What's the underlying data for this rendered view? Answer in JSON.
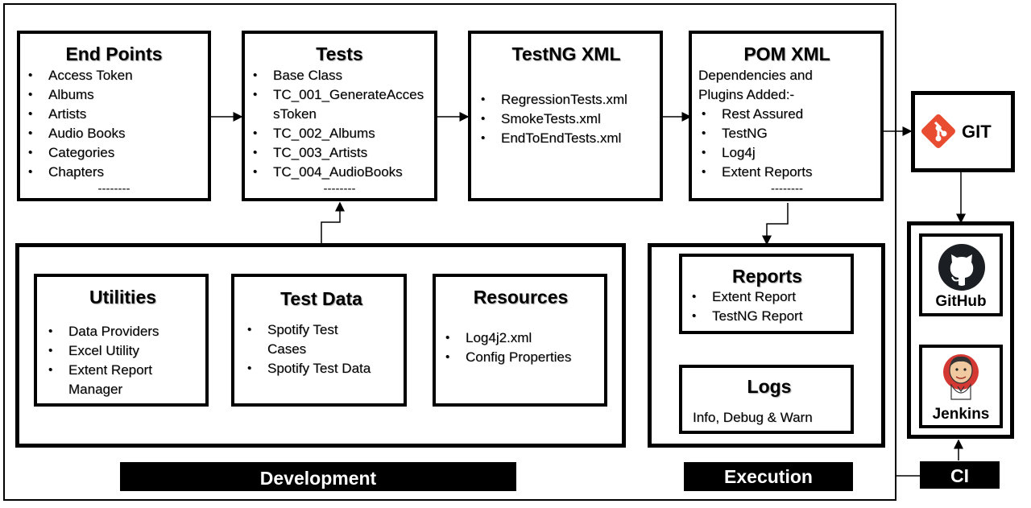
{
  "end_points": {
    "title": "End Points",
    "items": [
      "Access Token",
      "Albums",
      "Artists",
      "Audio Books",
      "Categories",
      "Chapters"
    ],
    "more": "--------"
  },
  "tests": {
    "title": "Tests",
    "items": [
      "Base Class",
      "TC_001_GenerateAccessToken",
      "TC_002_Albums",
      "TC_003_Artists",
      "TC_004_AudioBooks"
    ],
    "more": "--------"
  },
  "testng_xml": {
    "title": "TestNG XML",
    "items": [
      "RegressionTests.xml",
      "SmokeTests.xml",
      "EndToEndTests.xml"
    ]
  },
  "pom_xml": {
    "title": "POM XML",
    "intro": "Dependencies and Plugins Added:-",
    "items": [
      "Rest Assured",
      "TestNG",
      "Log4j",
      "Extent Reports"
    ],
    "more": "--------"
  },
  "utilities": {
    "title": "Utilities",
    "items": [
      "Data Providers",
      "Excel Utility",
      "Extent Report Manager"
    ]
  },
  "test_data": {
    "title": "Test Data",
    "items": [
      "Spotify Test Cases",
      "Spotify Test Data"
    ]
  },
  "resources": {
    "title": "Resources",
    "items": [
      "Log4j2.xml",
      "Config Properties"
    ]
  },
  "reports": {
    "title": "Reports",
    "items": [
      "Extent Report",
      "TestNG Report"
    ]
  },
  "logs": {
    "title": "Logs",
    "text": "Info, Debug & Warn"
  },
  "git": {
    "label": "GIT",
    "icon": "git-logo-icon",
    "color": "#e84d31"
  },
  "github": {
    "label": "GitHub",
    "icon": "github-octocat-icon",
    "color": "#1b1f23"
  },
  "jenkins": {
    "label": "Jenkins",
    "icon": "jenkins-butler-icon",
    "color": "#d33833"
  },
  "labels": {
    "development": "Development",
    "execution": "Execution",
    "ci": "CI"
  }
}
